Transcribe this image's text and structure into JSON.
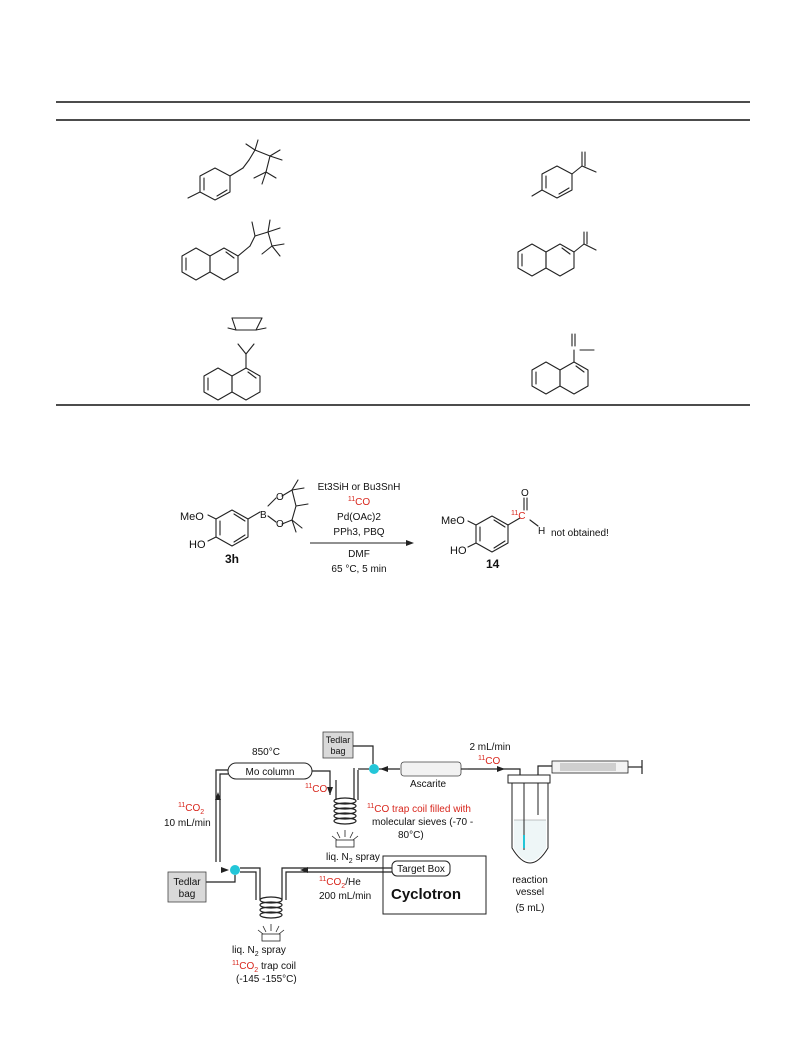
{
  "scheme": {
    "reagents": {
      "line1": "Et3SiH or Bu3SnH",
      "line2_sup": "11",
      "line2": "CO",
      "line3": "Pd(OAc)2",
      "line4": "PPh3, PBQ",
      "line5": "DMF",
      "line6": "65 °C, 5 min"
    },
    "substrate": {
      "methoxy": "MeO",
      "hydroxy": "HO",
      "boron": "B",
      "o_top": "O",
      "o_bottom": "O",
      "label": "3h"
    },
    "product": {
      "methoxy": "MeO",
      "hydroxy": "HO",
      "carbon_sup": "11",
      "carbon": "C",
      "oxygen": "O",
      "hydrogen": "H",
      "label": "14",
      "note": "not obtained!"
    }
  },
  "apparatus": {
    "tedlar_top": [
      "Tedlar",
      "bag"
    ],
    "tedlar_left": [
      "Tedlar",
      "bag"
    ],
    "temp": "850°C",
    "mo_column": "Mo column",
    "co2_flow_sup": "11",
    "co2_flow_1": "CO",
    "co2_flow_sub": "2",
    "co2_flow_2": "10 mL/min",
    "co_sup": "11",
    "co_label": "CO",
    "trap_coil_sup": "11",
    "trap_coil_line1": "CO trap coil filled with",
    "trap_coil_line2": "molecular sieves (-70 -",
    "trap_coil_line3": "80°C)",
    "ascarite": "Ascarite",
    "flow_2ml": "2 mL/min",
    "flow_co_sup": "11",
    "flow_co": "CO",
    "ln2_top_a": "liq. N",
    "ln2_top_sub": "2",
    "ln2_top_b": " spray",
    "ln2_bottom_a": "liq. N",
    "ln2_bottom_sub": "2",
    "ln2_bottom_b": " spray",
    "he_sup": "11",
    "he_1": "CO",
    "he_sub": "2",
    "he_2": "/He",
    "he_flow": "200 mL/min",
    "target_box": "Target Box",
    "cyclotron": "Cyclotron",
    "vessel_1": "reaction",
    "vessel_2": "vessel",
    "vessel_3": "(5 mL)",
    "co2_trap_sup": "11",
    "co2_trap_1": "CO",
    "co2_trap_sub": "2",
    "co2_trap_2": " trap coil",
    "co2_trap_3": "(-145 -155°C)"
  },
  "colors": {
    "red": "#d8261c",
    "cyan": "#23c6d8"
  }
}
